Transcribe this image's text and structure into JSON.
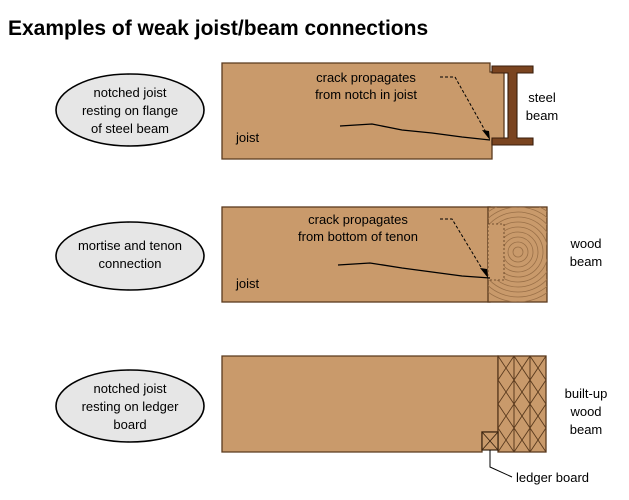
{
  "title": "Examples of weak joist/beam connections",
  "colors": {
    "wood": "#c99a6b",
    "wood_stroke": "#5a3a1e",
    "steel": "#7a4420",
    "oval_fill": "#e6e6e6",
    "line": "#000000"
  },
  "row1": {
    "oval_lines": [
      "notched joist",
      "resting on flange",
      "of steel beam"
    ],
    "joist_label": "joist",
    "crack_lines": [
      "crack propagates",
      "from notch in joist"
    ],
    "beam_lines": [
      "steel",
      "beam"
    ]
  },
  "row2": {
    "oval_lines": [
      "mortise and tenon",
      "connection"
    ],
    "joist_label": "joist",
    "crack_lines": [
      "crack propagates",
      "from bottom of tenon"
    ],
    "beam_lines": [
      "wood",
      "beam"
    ]
  },
  "row3": {
    "oval_lines": [
      "notched joist",
      "resting on ledger",
      "board"
    ],
    "beam_lines": [
      "built-up",
      "wood",
      "beam"
    ],
    "ledger_label": "ledger board"
  }
}
